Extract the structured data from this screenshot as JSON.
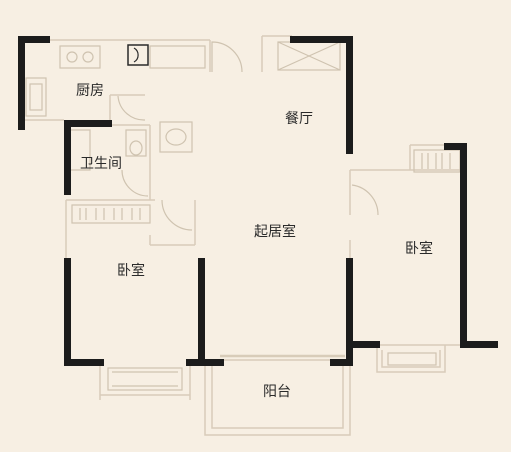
{
  "floor_plan": {
    "rooms": {
      "kitchen": "厨房",
      "dining": "餐厅",
      "bathroom": "卫生间",
      "living": "起居室",
      "bedroom_left": "卧室",
      "bedroom_right": "卧室",
      "balcony": "阳台"
    },
    "colors": {
      "background": "#f7efe3",
      "wall": "#1c1c1c",
      "thin_line": "#d8ccb9",
      "fixture": "#cfc3b0"
    }
  }
}
